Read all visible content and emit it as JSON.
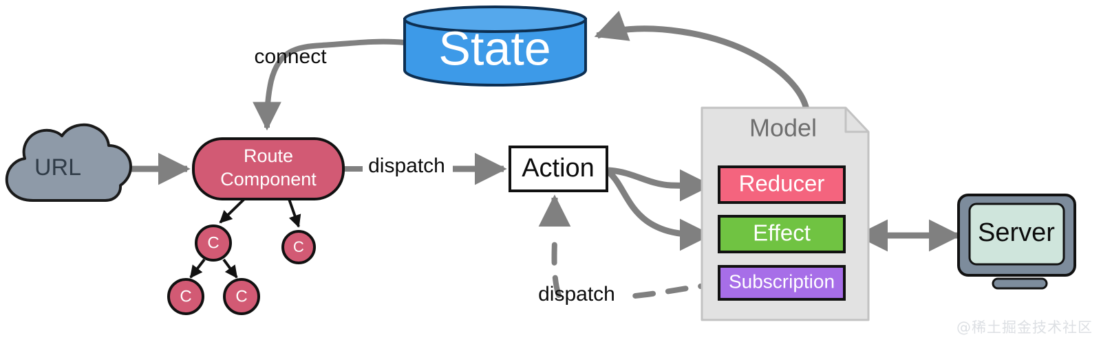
{
  "diagram": {
    "title": "dva data flow diagram",
    "nodes": {
      "url": {
        "label": "URL",
        "shape": "cloud",
        "fill": "#8e9aa8",
        "stroke": "#1a1a1a",
        "text_color": "#2f3b47"
      },
      "route_component": {
        "label_line1": "Route",
        "label_line2": "Component",
        "shape": "rounded-rect",
        "fill": "#d25a74",
        "stroke": "#111111",
        "text_color": "#ffffff"
      },
      "child_c1": {
        "label": "C",
        "shape": "circle",
        "fill": "#d25a74",
        "stroke": "#111111",
        "text_color": "#ffffff"
      },
      "child_c2": {
        "label": "C",
        "shape": "circle",
        "fill": "#d25a74",
        "stroke": "#111111",
        "text_color": "#ffffff"
      },
      "child_c3": {
        "label": "C",
        "shape": "circle",
        "fill": "#d25a74",
        "stroke": "#111111",
        "text_color": "#ffffff"
      },
      "child_c4": {
        "label": "C",
        "shape": "circle",
        "fill": "#d25a74",
        "stroke": "#111111",
        "text_color": "#ffffff"
      },
      "state": {
        "label": "State",
        "shape": "cylinder",
        "fill": "#3d9ae8",
        "stroke": "#0d2f52",
        "text_color": "#ffffff"
      },
      "action": {
        "label": "Action",
        "shape": "rect",
        "fill": "#ffffff",
        "stroke": "#111111",
        "text_color": "#0b0b0b"
      },
      "model": {
        "label": "Model",
        "shape": "document",
        "fill": "#e2e2e2",
        "stroke": "#b8b8b8",
        "text_color": "#6e6e6e"
      },
      "reducer": {
        "label": "Reducer",
        "shape": "rect",
        "fill": "#f4647e",
        "stroke": "#111111",
        "text_color": "#ffffff"
      },
      "effect": {
        "label": "Effect",
        "shape": "rect",
        "fill": "#70c342",
        "stroke": "#111111",
        "text_color": "#ffffff"
      },
      "subscription": {
        "label": "Subscription",
        "shape": "rect",
        "fill": "#a76ee8",
        "stroke": "#111111",
        "text_color": "#ffffff"
      },
      "server": {
        "label": "Server",
        "shape": "monitor",
        "bezel_fill": "#7d8c9c",
        "screen_fill": "#cfe5dc",
        "stroke": "#111111",
        "text_color": "#0b0b0b"
      }
    },
    "edges": [
      {
        "id": "url-to-route",
        "label": "",
        "from": "url",
        "to": "route_component",
        "style": "solid",
        "arrow": "single"
      },
      {
        "id": "state-to-route",
        "label": "connect",
        "from": "state",
        "to": "route_component",
        "style": "solid",
        "arrow": "single"
      },
      {
        "id": "route-to-action",
        "label": "dispatch",
        "from": "route_component",
        "to": "action",
        "style": "solid",
        "arrow": "single"
      },
      {
        "id": "action-to-reducer",
        "label": "",
        "from": "action",
        "to": "reducer",
        "style": "solid",
        "arrow": "single"
      },
      {
        "id": "action-to-effect",
        "label": "",
        "from": "action",
        "to": "effect",
        "style": "solid",
        "arrow": "single"
      },
      {
        "id": "model-to-state",
        "label": "",
        "from": "model",
        "to": "state",
        "style": "solid",
        "arrow": "single"
      },
      {
        "id": "effect-to-server",
        "label": "",
        "from": "effect",
        "to": "server",
        "style": "solid",
        "arrow": "double"
      },
      {
        "id": "subscription-to-action",
        "label": "dispatch",
        "from": "subscription",
        "to": "action",
        "style": "dashed",
        "arrow": "single"
      },
      {
        "id": "route-to-c1",
        "label": "",
        "from": "route_component",
        "to": "child_c1",
        "style": "solid",
        "arrow": "single"
      },
      {
        "id": "route-to-c2",
        "label": "",
        "from": "route_component",
        "to": "child_c2",
        "style": "solid",
        "arrow": "single"
      },
      {
        "id": "c1-to-c3",
        "label": "",
        "from": "child_c1",
        "to": "child_c3",
        "style": "solid",
        "arrow": "single"
      },
      {
        "id": "c1-to-c4",
        "label": "",
        "from": "child_c1",
        "to": "child_c4",
        "style": "solid",
        "arrow": "single"
      }
    ],
    "edge_labels": {
      "connect": "connect",
      "dispatch_top": "dispatch",
      "dispatch_bottom": "dispatch"
    },
    "colors": {
      "arrow_gray": "#808080",
      "arrow_black": "#111111",
      "background": "#ffffff"
    },
    "watermark": "@稀土掘金技术社区"
  }
}
